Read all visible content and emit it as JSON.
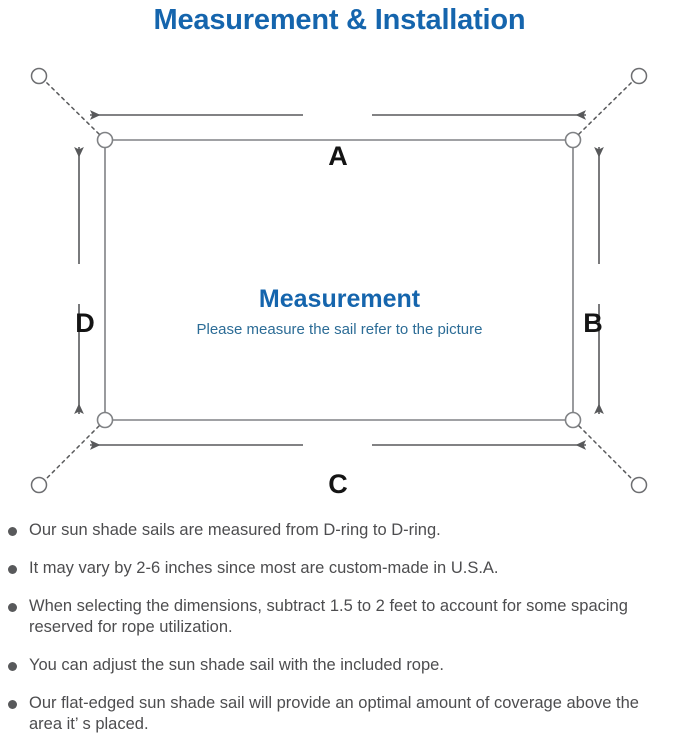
{
  "page": {
    "title": "Measurement & Installation",
    "title_color": "#1565ad",
    "background": "#ffffff"
  },
  "diagram": {
    "name": "sun-shade-sail-measurement-diagram",
    "center_heading": "Measurement",
    "center_subheading": "Please measure the sail refer to the picture",
    "heading_color": "#1565ad",
    "subheading_color": "#2c6c96",
    "line_color": "#58595b",
    "sail_edge_color": "#808285",
    "dimension_labels": [
      {
        "id": "A",
        "label": "A",
        "position": "top"
      },
      {
        "id": "B",
        "label": "B",
        "position": "right"
      },
      {
        "id": "C",
        "label": "C",
        "position": "bottom"
      },
      {
        "id": "D",
        "label": "D",
        "position": "left"
      }
    ],
    "anchor_points": [
      {
        "id": "top-left",
        "label": ""
      },
      {
        "id": "top-right",
        "label": ""
      },
      {
        "id": "bottom-left",
        "label": ""
      },
      {
        "id": "bottom-right",
        "label": ""
      }
    ],
    "d_rings": [
      {
        "id": "sail-corner-top-left"
      },
      {
        "id": "sail-corner-top-right"
      },
      {
        "id": "sail-corner-bottom-left"
      },
      {
        "id": "sail-corner-bottom-right"
      }
    ]
  },
  "notes": {
    "bullet_color": "#58595b",
    "text_color": "#4d4d4f",
    "items": [
      "Our sun shade sails are measured from D-ring to D-ring.",
      "It may vary by 2-6 inches since most are custom-made in U.S.A.",
      "When selecting the dimensions, subtract 1.5 to 2 feet to account for some spacing reserved for rope utilization.",
      "You can adjust the sun shade sail with the included rope.",
      "Our flat-edged sun shade sail will provide an optimal amount of coverage above the area it’ s placed."
    ]
  }
}
